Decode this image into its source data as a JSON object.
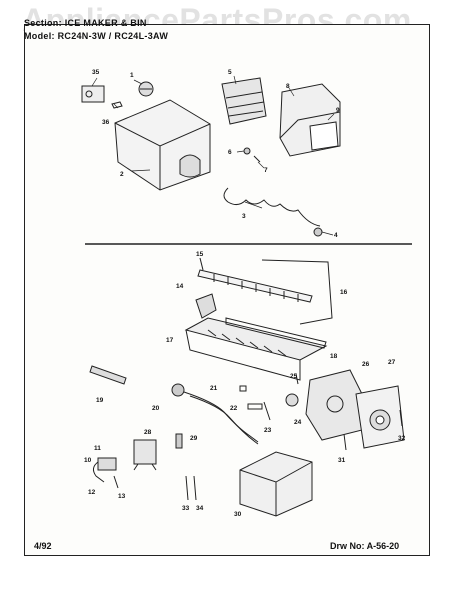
{
  "watermark": "AppliancePartsPros.com",
  "header": {
    "section_line": "Section: ICE MAKER & BIN",
    "model_line": "Model: RC24N-3W / RC24L-3AW"
  },
  "footer": {
    "date": "4/92",
    "drawing_number": "Drw No: A-56-20"
  },
  "callouts": [
    "1",
    "2",
    "3",
    "4",
    "5",
    "6",
    "7",
    "8",
    "9",
    "10",
    "11",
    "12",
    "13",
    "14",
    "15",
    "16",
    "17",
    "18",
    "19",
    "20",
    "21",
    "22",
    "23",
    "24",
    "25",
    "26",
    "27",
    "28",
    "29",
    "30",
    "31",
    "32",
    "33",
    "34",
    "35",
    "36"
  ]
}
